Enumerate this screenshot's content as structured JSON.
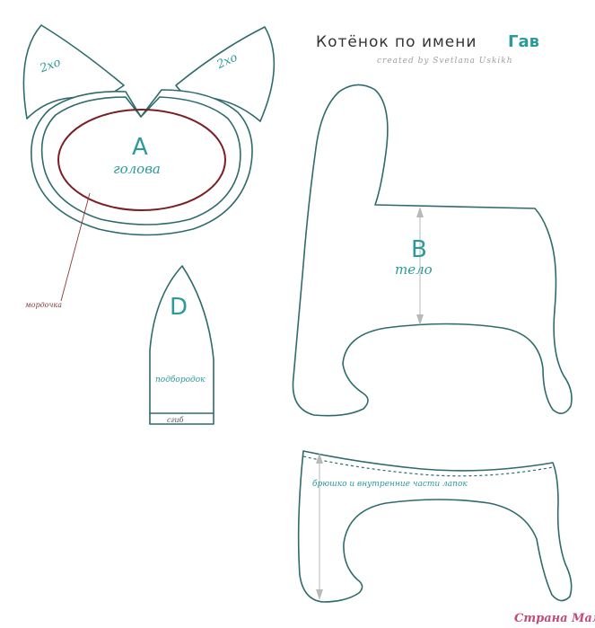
{
  "title": {
    "main": "Котёнок по имени",
    "name": "Гав",
    "credit": "created by Svetlana Uskikh"
  },
  "pieces": {
    "ear_left_label": "2хо",
    "ear_right_label": "2хо",
    "head_letter": "A",
    "head_word": "голова",
    "muzzle_label": "мордочка",
    "body_letter": "B",
    "body_word": "тело",
    "chin_letter": "D",
    "chin_word": "подбородок",
    "fold_label": "сгиб",
    "belly_label": "брюшко и внутренние части лапок"
  },
  "watermark": "Страна Мам",
  "colors": {
    "outline": "#2f6b6b",
    "label": "#2b9a9a",
    "muzzle": "#7a1f24",
    "watermark": "#c24a7a"
  }
}
